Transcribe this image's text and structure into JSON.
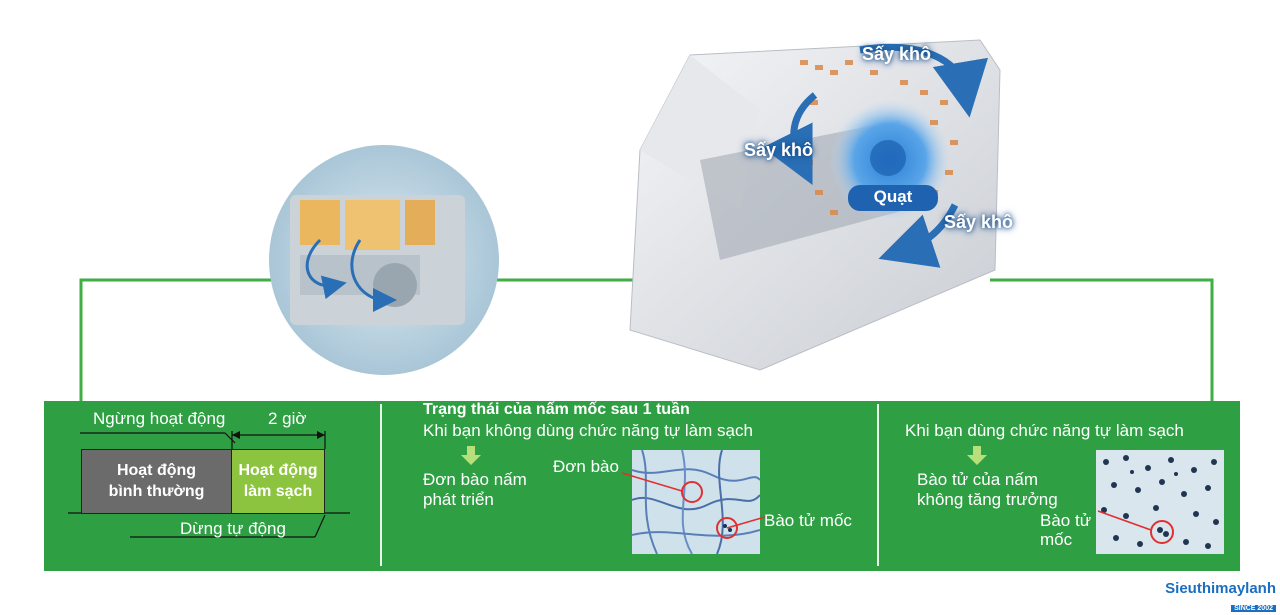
{
  "illustration": {
    "label_dry_top": "Sấy khô",
    "label_dry_left": "Sấy khô",
    "label_dry_right": "Sấy khô",
    "label_fan": "Quạt"
  },
  "timeline": {
    "stop_label": "Ngừng hoạt động",
    "duration_label": "2 giờ",
    "normal_label_line1": "Hoạt động",
    "normal_label_line2": "bình thường",
    "clean_label_line1": "Hoạt động",
    "clean_label_line2": "làm sạch",
    "auto_stop_label": "Dừng tự động"
  },
  "middle": {
    "title": "Trạng thái của nấm mốc sau 1 tuần",
    "subtitle": "Khi bạn không dùng chức năng tự làm sạch",
    "note_line1": "Đơn bào nấm",
    "note_line2": "phát triển",
    "label_cell": "Đơn bào",
    "label_spore": "Bào tử mốc"
  },
  "right": {
    "subtitle": "Khi bạn dùng chức năng tự làm sạch",
    "note_line1": "Bào tử của nấm",
    "note_line2": "không tăng trưởng",
    "label_spore_line1": "Bào tử",
    "label_spore_line2": "mốc"
  },
  "brand": {
    "name": "Sieuthimaylanh",
    "tagline": "SINCE 2002"
  },
  "colors": {
    "band": "#2ea043",
    "connector": "#3fae45",
    "lime": "#8cc43f",
    "arrow_blue": "#2a6fb5"
  }
}
